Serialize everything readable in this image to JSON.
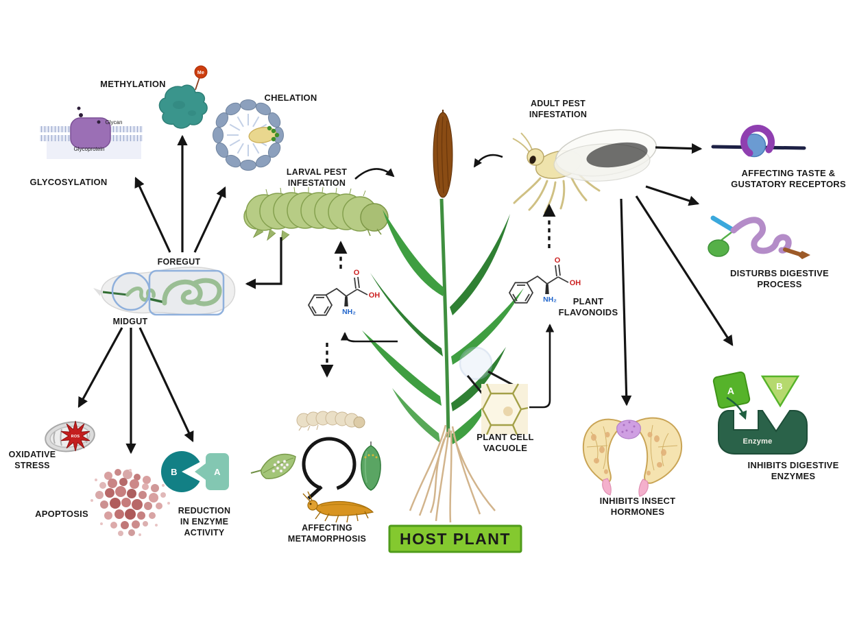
{
  "figure": {
    "background": "#ffffff",
    "host_plant": {
      "label": "HOST PLANT",
      "box_fill": "#84c92f",
      "box_border": "#4f9b1a"
    },
    "infestation": {
      "larval": {
        "line1": "LARVAL PEST",
        "line2": "INFESTATION"
      },
      "adult": {
        "line1": "ADULT PEST",
        "line2": "INFESTATION"
      }
    },
    "flavonoid_modifications": {
      "glycosylation": {
        "label": "GLYCOSYLATION",
        "glycan": "Glycan",
        "glycoprotein": "Glycoprotein"
      },
      "methylation": {
        "label": "METHYLATION",
        "methyl_tag": "Me"
      },
      "chelation": {
        "label": "CHELATION"
      }
    },
    "larval_gut": {
      "foregut": "FOREGUT",
      "midgut": "MIDGUT"
    },
    "midgut_effects": {
      "oxidative_stress": {
        "line1": "OXIDATIVE",
        "line2": "STRESS",
        "ros": "ROS"
      },
      "apoptosis": {
        "label": "APOPTOSIS"
      },
      "enzyme_reduction": {
        "line1": "REDUCTION",
        "line2": "IN ENZYME",
        "line3": "ACTIVITY",
        "substrate_a": "A",
        "enzyme_b": "B"
      }
    },
    "metamorphosis": {
      "line1": "AFFECTING",
      "line2": "METAMORPHOSIS"
    },
    "flavonoids": {
      "plant_flavonoids": {
        "line1": "PLANT",
        "line2": "FLAVONOIDS"
      },
      "plant_cell_vacuole": {
        "line1": "PLANT CELL",
        "line2": "VACUOLE"
      },
      "molecule_left": {
        "o": "O",
        "oh": "OH",
        "nh2": "NH₂"
      },
      "molecule_right": {
        "o": "O",
        "oh": "OH",
        "nh2": "NH₂"
      }
    },
    "adult_effects": {
      "taste": {
        "line1": "AFFECTING TASTE &",
        "line2": "GUSTATORY RECEPTORS"
      },
      "digestive": {
        "line1": "DISTURBS DIGESTIVE",
        "line2": "PROCESS"
      },
      "hormones": {
        "line1": "INHIBITS INSECT",
        "line2": "HORMONES"
      },
      "digestive_enzymes": {
        "line1": "INHIBITS DIGESTIVE",
        "line2": "ENZYMES",
        "enzyme": "Enzyme",
        "substrate_a": "A",
        "substrate_b": "B"
      }
    },
    "colors": {
      "host_plant_green": "#84c92f",
      "leaf_green": "#3f9e41",
      "seed_head_brown": "#8a4c14",
      "caterpillar_green": "#b7cc85",
      "whitefly_yellow": "#efe3ac",
      "methylation_teal": "#3a958c",
      "methyl_tag_red": "#cc3d0e",
      "micelle_blue": "#8ca0bd",
      "glycoprotein_purple": "#9b6fb5",
      "receptor_purple": "#8f3fb0",
      "receptor_blue": "#6b9bd2",
      "membrane_navy": "#1d2145",
      "gut_tube_purple": "#b48cc8",
      "enzyme_dark_green": "#2a6249",
      "substrate_green": "#56b32a",
      "substrate_light_green": "#b5d96e",
      "gland_yellow": "#f5e3b0",
      "gland_purple": "#cf9fe2",
      "gland_pink": "#f4b0cc",
      "mitochondrion_gray": "#dcdcdc",
      "ros_red": "#c41e1e",
      "apoptosis_pink": "#c98585",
      "reduction_teal": "#128085",
      "reduction_light_teal": "#83c7b2",
      "gut_overlay_blue": "#8fb0dc",
      "molecule_o_red": "#cc2222",
      "molecule_n_blue": "#2266cc",
      "arrow_black": "#141414"
    },
    "icons": [
      "glycoprotein-membrane-icon",
      "methylated-protein-icon",
      "micelle-chelation-icon",
      "caterpillar-icon",
      "host-plant-icon",
      "whitefly-icon",
      "taste-receptor-icon",
      "digestive-tract-icon",
      "insect-gut-icon",
      "mitochondrion-icon",
      "apoptotic-cell-icon",
      "enzyme-substrate-icon",
      "metamorphosis-cycle-icon",
      "phenylalanine-molecule-icon",
      "plant-cell-inset-icon",
      "magnifier-icon",
      "hormone-gland-icon",
      "inhibited-enzyme-icon"
    ]
  }
}
